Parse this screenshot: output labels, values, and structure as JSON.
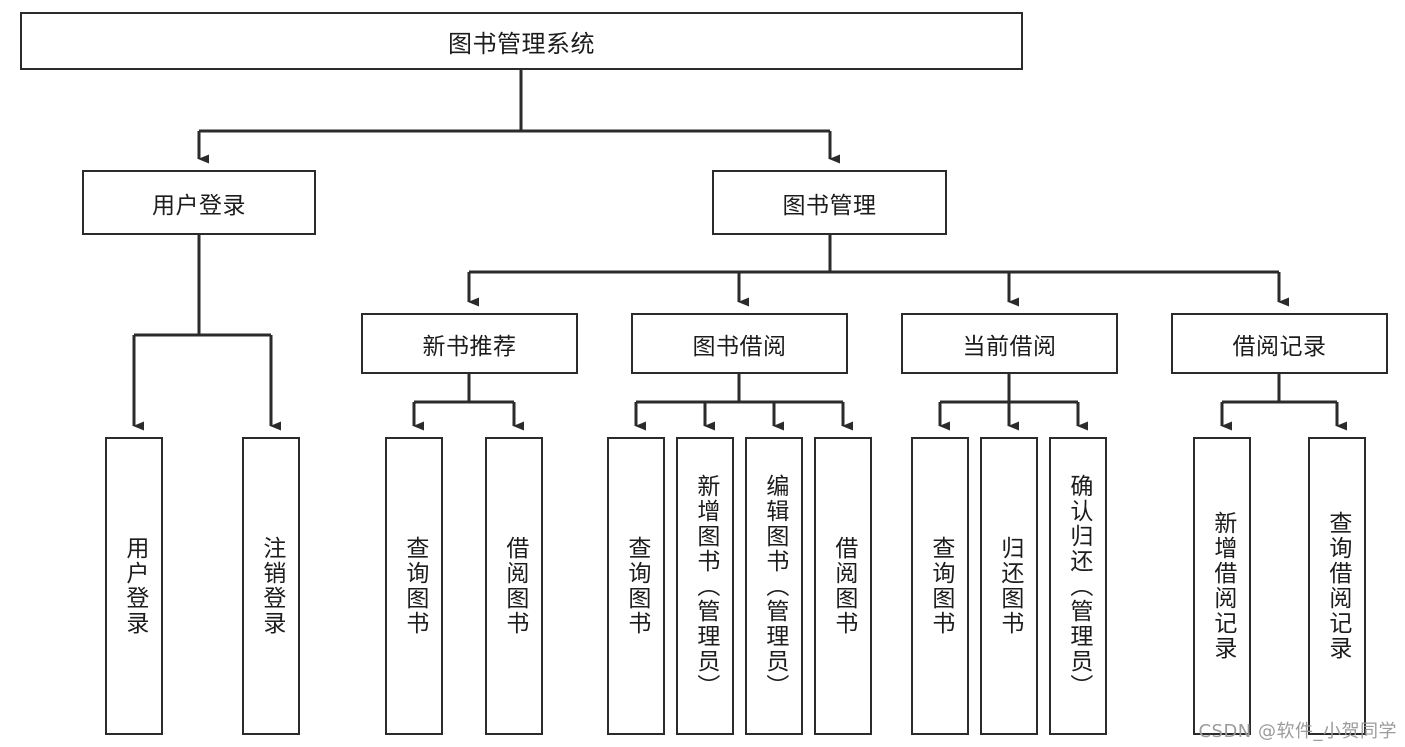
{
  "diagram": {
    "type": "tree",
    "title": "图书管理系统",
    "orientation": "top-down",
    "watermark": "CSDN @软件_小贺同学",
    "colors": {
      "border": "#2b2b2b",
      "background": "#ffffff",
      "text": "#1c1c1c",
      "connector": "#2b2b2b",
      "watermark": "#9b9b9b"
    },
    "levels": {
      "level1": [
        {
          "id": "root",
          "label": "图书管理系统",
          "orientation": "horizontal"
        }
      ],
      "level2": [
        {
          "id": "user-login",
          "label": "用户登录",
          "orientation": "horizontal"
        },
        {
          "id": "book-management",
          "label": "图书管理",
          "orientation": "horizontal"
        }
      ],
      "level3": [
        {
          "id": "new-book-recommend",
          "label": "新书推荐",
          "orientation": "horizontal",
          "parent": "book-management"
        },
        {
          "id": "book-borrow",
          "label": "图书借阅",
          "orientation": "horizontal",
          "parent": "book-management"
        },
        {
          "id": "current-borrow",
          "label": "当前借阅",
          "orientation": "horizontal",
          "parent": "book-management"
        },
        {
          "id": "borrow-record",
          "label": "借阅记录",
          "orientation": "horizontal",
          "parent": "book-management"
        }
      ],
      "leaves": [
        {
          "id": "leaf-user-login",
          "label": "用户登录",
          "orientation": "vertical",
          "parent": "user-login"
        },
        {
          "id": "leaf-logout-login",
          "label": "注销登录",
          "orientation": "vertical",
          "parent": "user-login"
        },
        {
          "id": "leaf-query-book-1",
          "label": "查询图书",
          "orientation": "vertical",
          "parent": "new-book-recommend"
        },
        {
          "id": "leaf-borrow-book-1",
          "label": "借阅图书",
          "orientation": "vertical",
          "parent": "new-book-recommend"
        },
        {
          "id": "leaf-query-book-2",
          "label": "查询图书",
          "orientation": "vertical",
          "parent": "book-borrow"
        },
        {
          "id": "leaf-add-book",
          "label": "新增图书（管理员）",
          "orientation": "vertical",
          "parent": "book-borrow"
        },
        {
          "id": "leaf-edit-book",
          "label": "编辑图书（管理员）",
          "orientation": "vertical",
          "parent": "book-borrow"
        },
        {
          "id": "leaf-borrow-book-2",
          "label": "借阅图书",
          "orientation": "vertical",
          "parent": "book-borrow"
        },
        {
          "id": "leaf-query-book-3",
          "label": "查询图书",
          "orientation": "vertical",
          "parent": "current-borrow"
        },
        {
          "id": "leaf-return-book",
          "label": "归还图书",
          "orientation": "vertical",
          "parent": "current-borrow"
        },
        {
          "id": "leaf-confirm-return",
          "label": "确认归还（管理员）",
          "orientation": "vertical",
          "parent": "current-borrow"
        },
        {
          "id": "leaf-add-borrow-record",
          "label": "新增借阅记录",
          "orientation": "vertical",
          "parent": "borrow-record"
        },
        {
          "id": "leaf-query-borrow-record",
          "label": "查询借阅记录",
          "orientation": "vertical",
          "parent": "borrow-record"
        }
      ]
    }
  }
}
